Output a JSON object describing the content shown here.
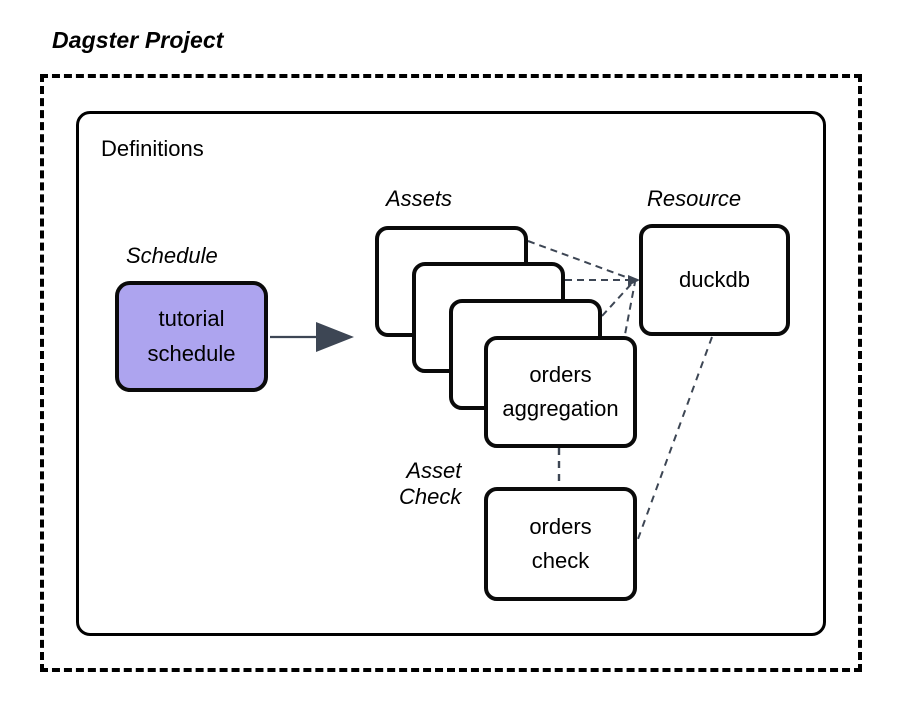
{
  "diagram": {
    "title": "Dagster Project",
    "container_label": "Definitions",
    "groups": {
      "schedule": "Schedule",
      "assets": "Assets",
      "resource": "Resource",
      "asset_check": "Asset\nCheck"
    },
    "nodes": {
      "schedule": {
        "line1": "tutorial",
        "line2": "schedule",
        "fill": "#ADA4EF",
        "stroke": "#0A0A0A"
      },
      "asset_stack": {
        "count": 4,
        "visible_label_line1": "orders",
        "visible_label_line2": "aggregation",
        "fill": "#FFFFFF",
        "stroke": "#0A0A0A"
      },
      "resource": {
        "label": "duckdb",
        "fill": "#FFFFFF",
        "stroke": "#0A0A0A"
      },
      "asset_check": {
        "line1": "orders",
        "line2": "check",
        "fill": "#FFFFFF",
        "stroke": "#0A0A0A"
      }
    },
    "edges": [
      {
        "from": "tutorial schedule",
        "to": "assets",
        "style": "solid-arrow",
        "color": "#3D4654"
      },
      {
        "from": "asset 1",
        "to": "duckdb",
        "style": "dashed-arrow",
        "color": "#3D4654"
      },
      {
        "from": "asset 2",
        "to": "duckdb",
        "style": "dashed-arrow",
        "color": "#3D4654"
      },
      {
        "from": "asset 3",
        "to": "duckdb",
        "style": "dashed-arrow",
        "color": "#3D4654"
      },
      {
        "from": "orders aggregation",
        "to": "duckdb",
        "style": "dashed-arrow",
        "color": "#3D4654"
      },
      {
        "from": "orders aggregation",
        "to": "orders check",
        "style": "dashed",
        "color": "#3D4654"
      },
      {
        "from": "duckdb",
        "to": "orders check",
        "style": "dashed",
        "color": "#3D4654"
      }
    ],
    "colors": {
      "background": "#FFFFFF",
      "outline": "#000000",
      "accent_purple": "#ADA4EF",
      "edge_gray": "#3D4654"
    }
  }
}
